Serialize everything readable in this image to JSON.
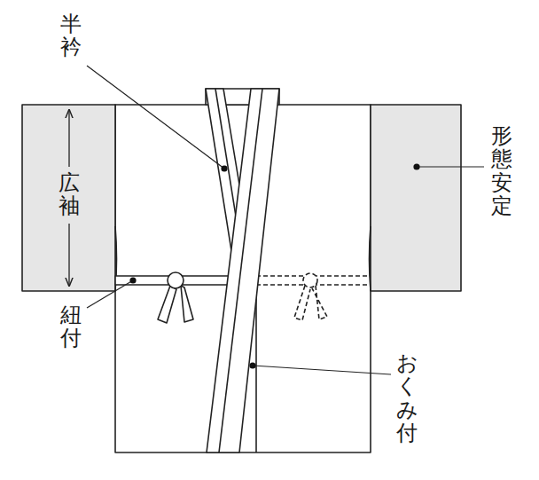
{
  "diagram": {
    "labels": [
      "半衿",
      "広袖",
      "紐付",
      "形態安定",
      "おくみ付"
    ]
  }
}
